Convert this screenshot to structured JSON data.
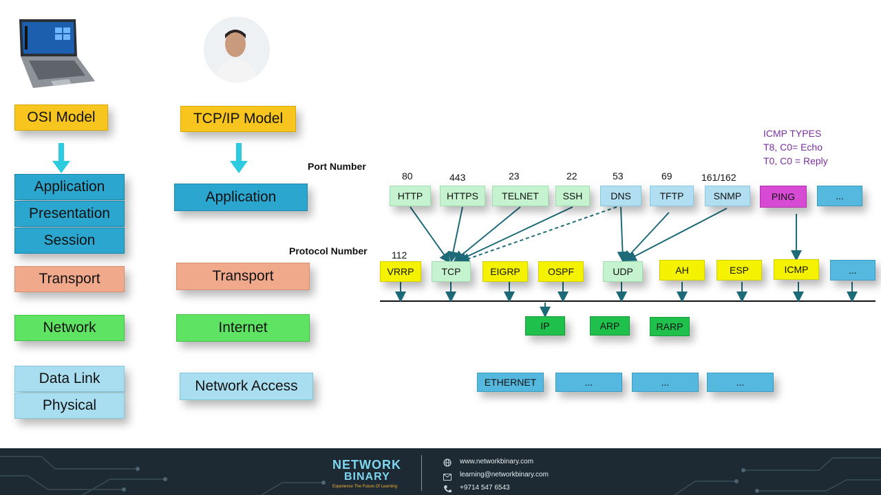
{
  "osi": {
    "title": "OSI Model",
    "layers": [
      "Application",
      "Presentation",
      "Session",
      "Transport",
      "Network",
      "Data Link",
      "Physical"
    ]
  },
  "tcpip": {
    "title": "TCP/IP Model",
    "layers": [
      "Application",
      "Transport",
      "Internet",
      "Network Access"
    ]
  },
  "labels": {
    "port_number": "Port Number",
    "protocol_number": "Protocol Number"
  },
  "icmp_types": {
    "title": "ICMP TYPES",
    "line1": "T8, C0= Echo",
    "line2": "T0, C0 = Reply"
  },
  "app_protocols": [
    {
      "name": "HTTP",
      "port": "80"
    },
    {
      "name": "HTTPS",
      "port": "443"
    },
    {
      "name": "TELNET",
      "port": "23"
    },
    {
      "name": "SSH",
      "port": "22"
    },
    {
      "name": "DNS",
      "port": "53"
    },
    {
      "name": "TFTP",
      "port": "69"
    },
    {
      "name": "SNMP",
      "port": "161/162"
    },
    {
      "name": "PING",
      "port": ""
    },
    {
      "name": "...",
      "port": ""
    }
  ],
  "transport_protocols": [
    {
      "name": "VRRP",
      "number": "112"
    },
    {
      "name": "TCP",
      "number": ""
    },
    {
      "name": "EIGRP",
      "number": ""
    },
    {
      "name": "OSPF",
      "number": ""
    },
    {
      "name": "UDP",
      "number": ""
    },
    {
      "name": "AH",
      "number": ""
    },
    {
      "name": "ESP",
      "number": ""
    },
    {
      "name": "ICMP",
      "number": ""
    },
    {
      "name": "...",
      "number": ""
    }
  ],
  "internet_protocols": [
    "IP",
    "ARP",
    "RARP"
  ],
  "access_protocols": [
    "ETHERNET",
    "...",
    "...",
    "..."
  ],
  "colors": {
    "yellow": "#f7c51e",
    "blue": "#2aa6cf",
    "peach": "#f0a98b",
    "green": "#5ee362",
    "light_blue": "#a9def0",
    "icmp_purple": "#7b2fa0",
    "arrow": "#1d6a78",
    "footer_bg": "#1e2a33"
  },
  "footer": {
    "logo_line1": "NETWORK",
    "logo_line2": "BINARY",
    "tagline": "Experience The Future Of Learning",
    "website": "www.networkbinary.com",
    "email": "learning@networkbinary.com",
    "phone": "+9714 547 6543"
  },
  "icons": [
    "laptop-image",
    "presenter-photo",
    "globe-icon",
    "mail-icon",
    "phone-icon"
  ]
}
